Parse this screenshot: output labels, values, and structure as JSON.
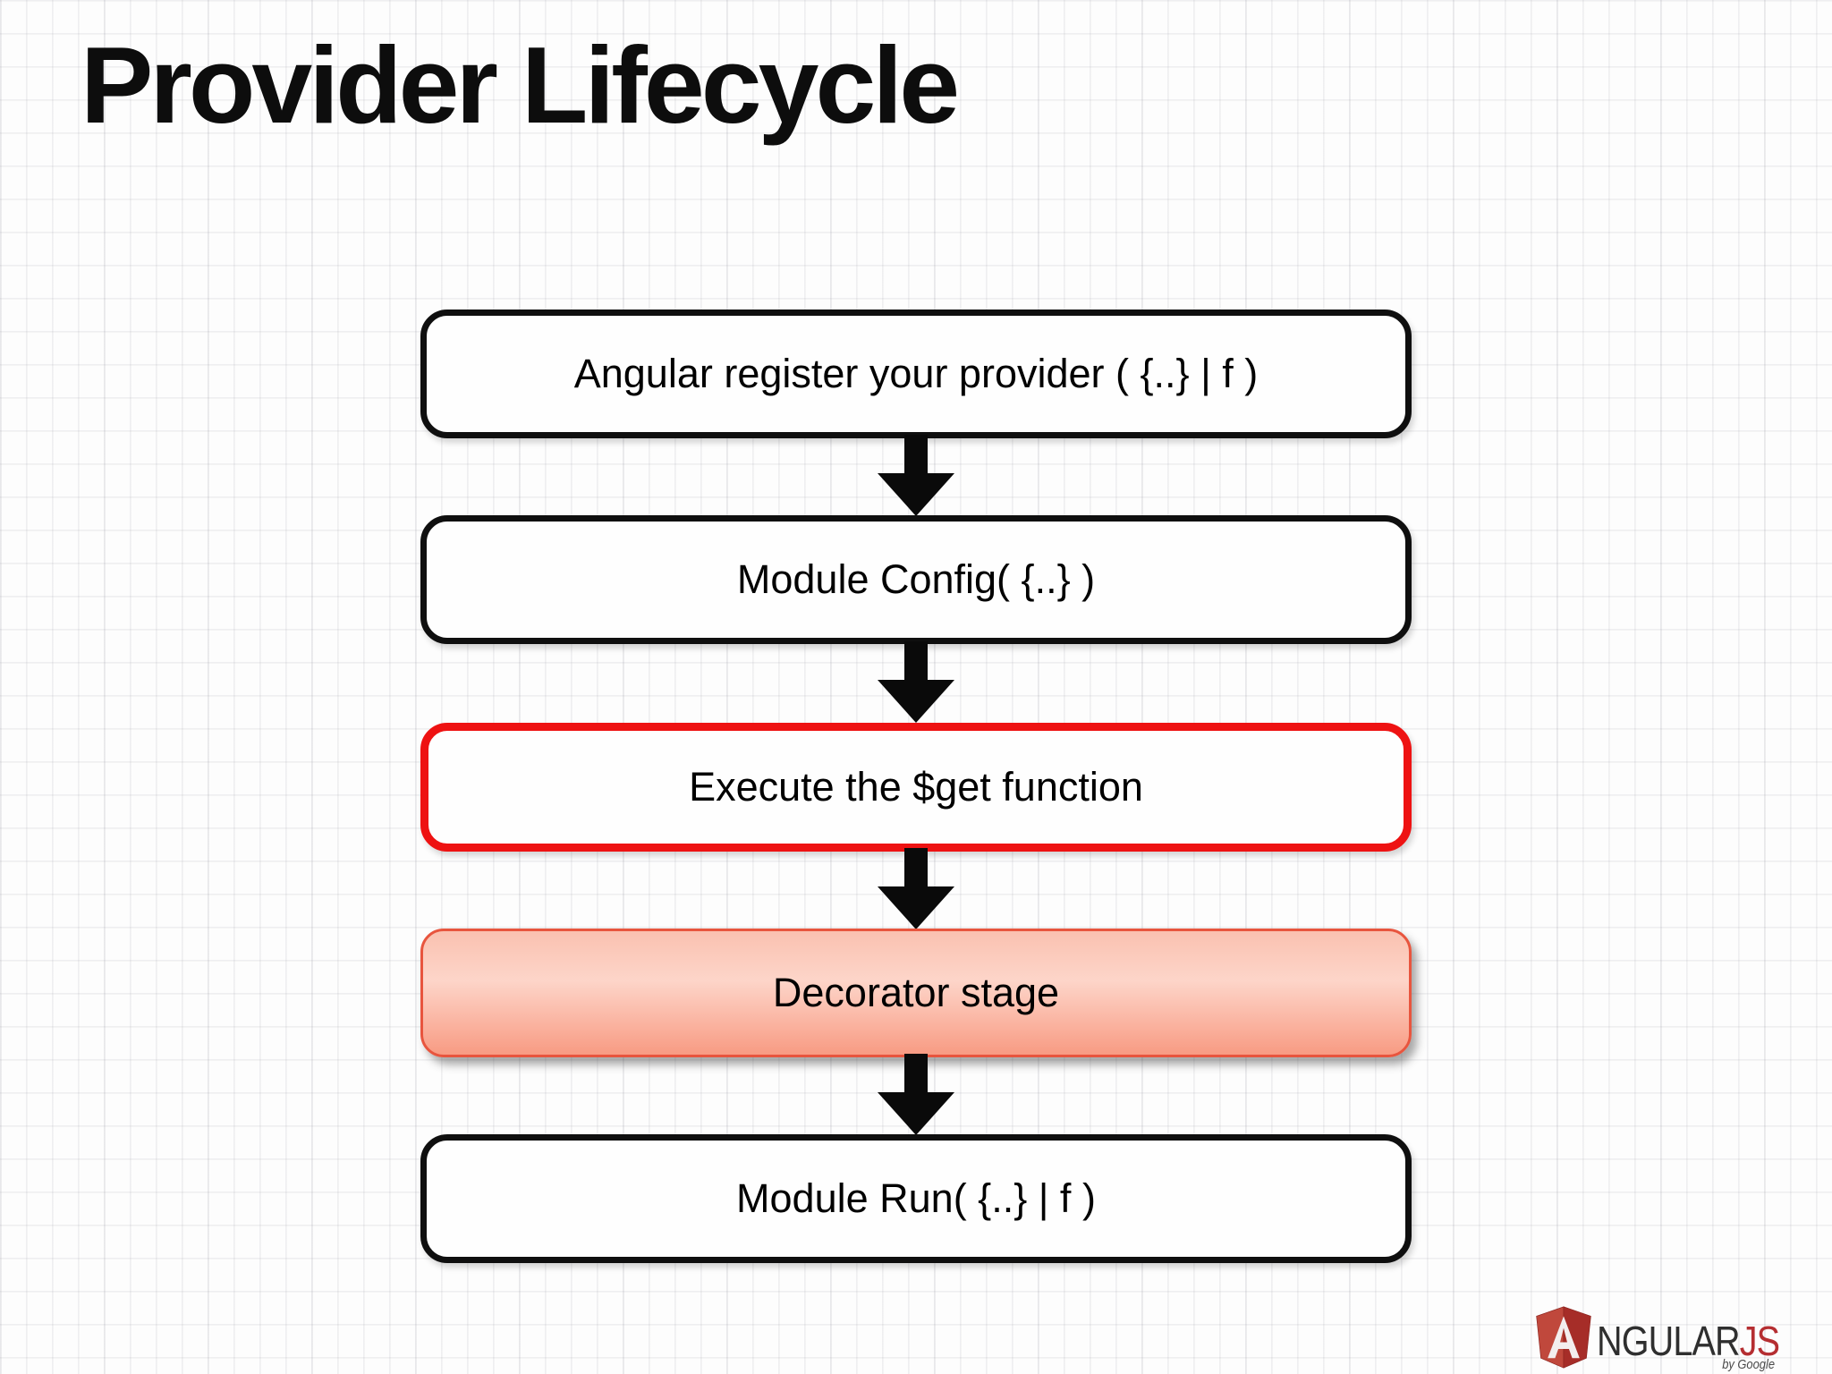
{
  "slide": {
    "title": "Provider Lifecycle"
  },
  "flow": {
    "boxes": [
      {
        "label": "Angular register your provider ( {..} | f )",
        "style": "black-outline"
      },
      {
        "label": "Module Config( {..} )",
        "style": "black-outline"
      },
      {
        "label": "Execute the $get function",
        "style": "red-outline"
      },
      {
        "label": "Decorator stage",
        "style": "red-fill-gradient"
      },
      {
        "label": "Module Run( {..} | f )",
        "style": "black-outline"
      }
    ],
    "connector": "down-arrow"
  },
  "logo": {
    "shield_letter": "A",
    "wordmark_dark": "NGULAR",
    "wordmark_red": "JS",
    "byline": "by Google"
  },
  "colors": {
    "outline_black": "#0f0f0f",
    "outline_red": "#ee1212",
    "decorator_fill_top": "#fac1b0",
    "decorator_fill_mid": "#fdd5c9",
    "decorator_fill_bottom": "#f89b83",
    "decorator_border": "#e8553e",
    "arrow_black": "#0a0a0a",
    "logo_red": "#b52e31",
    "logo_dark": "#2f2f2f",
    "grid_line": "#e6e6ea",
    "background": "#fdfdfd"
  }
}
